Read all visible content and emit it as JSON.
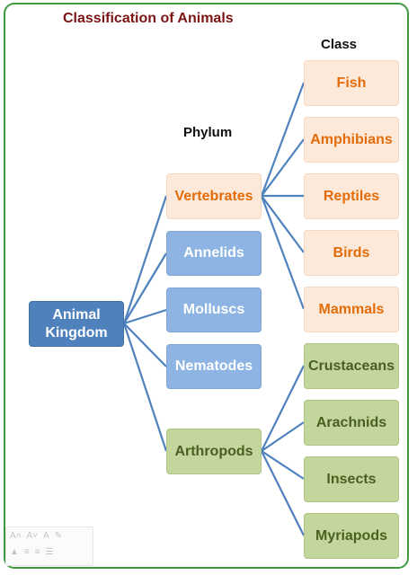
{
  "title": "Classification of Animals",
  "headers": {
    "phylum": "Phylum",
    "class": "Class"
  },
  "root": "Animal Kingdom",
  "phyla": {
    "vertebrates": "Vertebrates",
    "annelids": "Annelids",
    "molluscs": "Molluscs",
    "nematodes": "Nematodes",
    "arthropods": "Arthropods"
  },
  "vertebrate_classes": {
    "fish": "Fish",
    "amphibians": "Amphibians",
    "reptiles": "Reptiles",
    "birds": "Birds",
    "mammals": "Mammals"
  },
  "arthropod_classes": {
    "crustaceans": "Crustaceans",
    "arachnids": "Arachnids",
    "insects": "Insects",
    "myriapods": "Myriapods"
  },
  "colors": {
    "root": "#4f81bd",
    "phylum_blue": "#8eb4e3",
    "vertebrate_fill": "#fde9d9",
    "vertebrate_text": "#e36c0a",
    "arthropod_fill": "#c3d69b",
    "connector": "#4f81bd",
    "title": "#7b1414",
    "frame": "#3f9a3f"
  },
  "toolbar_icons": [
    "font-grow-icon",
    "font-shrink-icon",
    "font-color-icon",
    "format-painter-icon",
    "highlight-icon",
    "indent-decrease-icon",
    "indent-increase-icon",
    "bullets-icon"
  ]
}
